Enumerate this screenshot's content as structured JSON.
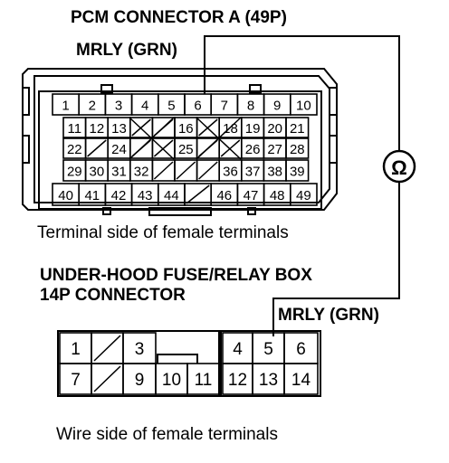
{
  "pcm_connector": {
    "title": "PCM CONNECTOR A (49P)",
    "wire_label": "MRLY (GRN)",
    "side_caption": "Terminal side of female terminals",
    "rows": [
      [
        "1",
        "2",
        "3",
        "4",
        "5",
        "6",
        "7",
        "8",
        "9",
        "10"
      ],
      [
        "11",
        "12",
        "13",
        "",
        "",
        "16",
        "",
        "18",
        "19",
        "20",
        "21"
      ],
      [
        "22",
        "",
        "24",
        "",
        "",
        "25",
        "",
        "",
        "26",
        "27",
        "28"
      ],
      [
        "29",
        "30",
        "31",
        "32",
        "",
        "",
        "",
        "36",
        "37",
        "38",
        "39"
      ],
      [
        "40",
        "41",
        "42",
        "43",
        "44",
        "",
        "46",
        "47",
        "48",
        "49"
      ]
    ]
  },
  "fuse_box": {
    "title_line1": "UNDER-HOOD FUSE/RELAY BOX",
    "title_line2": "14P CONNECTOR",
    "wire_label": "MRLY (GRN)",
    "side_caption": "Wire side of female terminals",
    "top_row": [
      "1",
      "",
      "3",
      "",
      "4",
      "5",
      "6"
    ],
    "bottom_row": [
      "7",
      "",
      "9",
      "10",
      "11",
      "12",
      "13",
      "14"
    ]
  },
  "meter": {
    "symbol": "Ω",
    "icon": "ohmmeter-icon"
  }
}
